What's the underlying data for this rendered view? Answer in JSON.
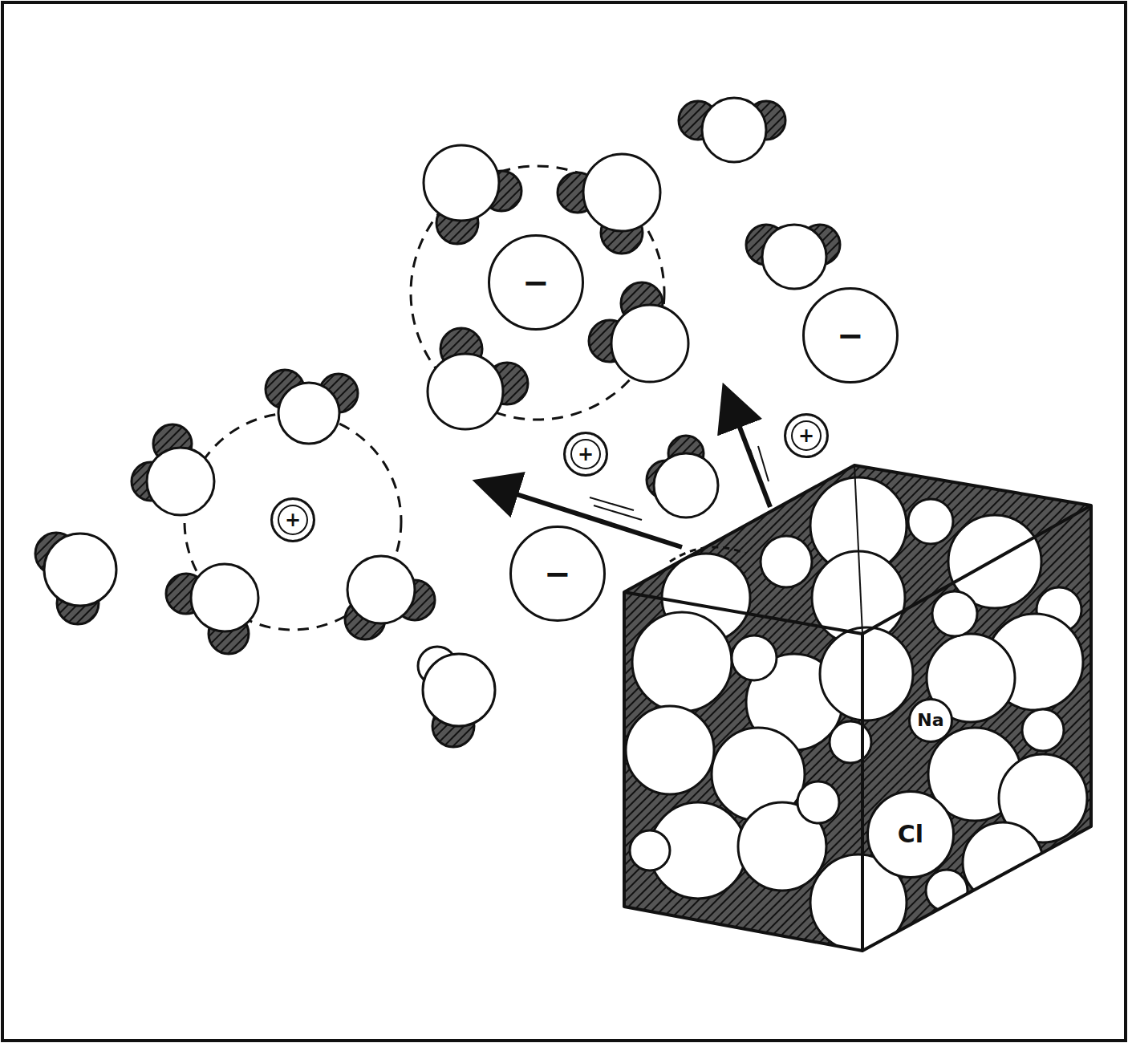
{
  "diagram": {
    "nodes": [
      {
        "text": [
          "−"
        ]
      },
      {
        "text": [
          "−"
        ]
      },
      {
        "text": [
          "+"
        ]
      },
      {
        "text": [
          "+"
        ]
      },
      {
        "text": [
          "+"
        ]
      },
      {
        "text": [
          "−"
        ]
      },
      {
        "text": [
          "Na"
        ]
      },
      {
        "text": [
          "Cl"
        ]
      }
    ]
  }
}
